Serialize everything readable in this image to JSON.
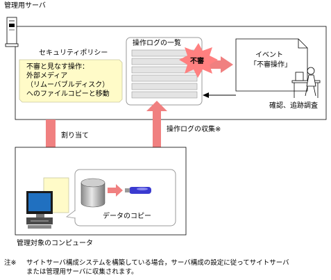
{
  "management_server": {
    "label": "管理用サーバ",
    "policy_title": "セキュリティポリシー",
    "policy_lines": [
      "不審と見なす操作：",
      "外部メディア",
      "（リムーバブルディスク）",
      "へのファイルコピーと移動"
    ]
  },
  "operation_log": {
    "title": "操作ログの一覧",
    "row_count": 6,
    "flag_label": "不審"
  },
  "event": {
    "lines": [
      "イベント",
      "「不審操作」"
    ],
    "action_label": "確認、追跡調査"
  },
  "assign_label": "割り当て",
  "collect_label": "操作ログの収集※",
  "managed_pc": {
    "label": "管理対象のコンピュータ",
    "copy_label": "データのコピー"
  },
  "footnote": {
    "mark": "注※",
    "lines": [
      "サイトサーバ構成システムを構築している場合，サーバ構成の設定に従ってサイトサーバ",
      "または管理用サーバに収集されます。"
    ]
  },
  "colors": {
    "arrow": "#f08080",
    "policy_fill": "#fffbc8",
    "log_row": "#e4e4e4",
    "burst": "#ff8080",
    "usb": "#3a3ad0",
    "monitor_screen": "#2070c0"
  }
}
